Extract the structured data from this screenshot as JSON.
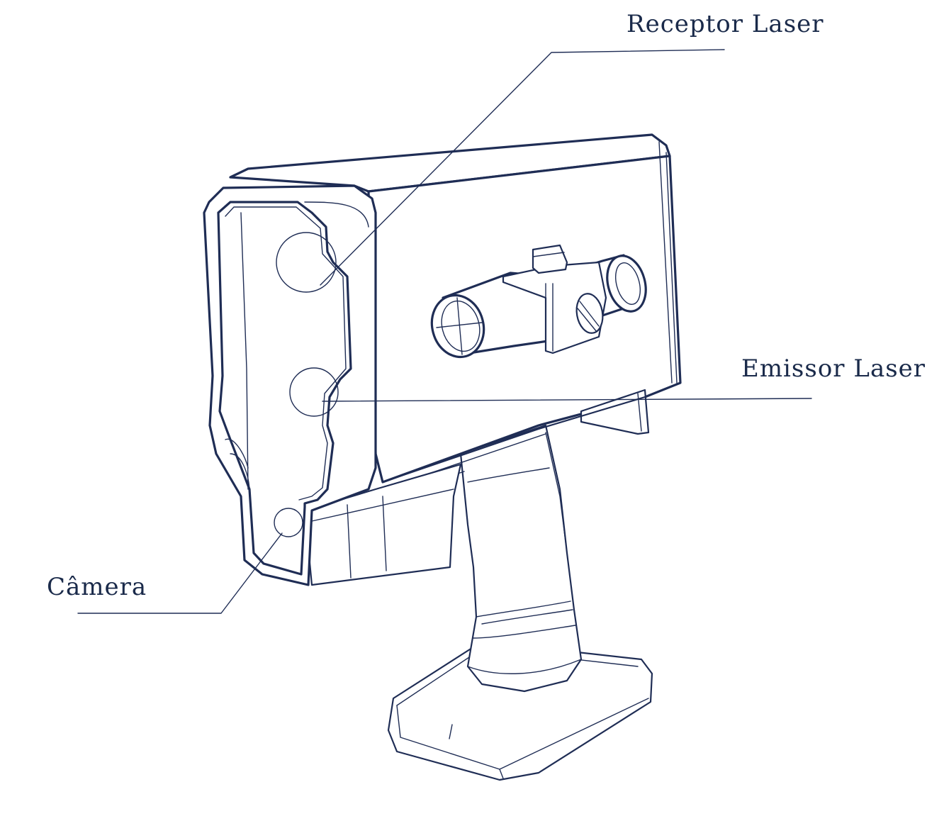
{
  "labels": {
    "receptor": "Receptor Laser",
    "emissor": "Emissor Laser",
    "camera": "Câmera"
  },
  "colors": {
    "ink": "#1f2d55",
    "background": "#ffffff"
  }
}
